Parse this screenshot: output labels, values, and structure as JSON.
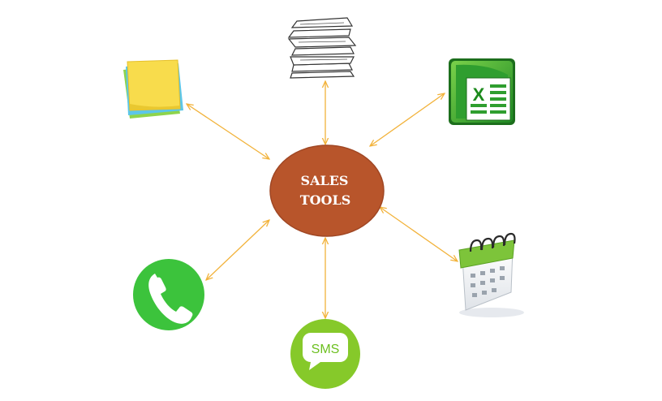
{
  "hub": {
    "line1": "SALES",
    "line2": "TOOLS"
  },
  "colors": {
    "hub_fill": "#b8552b",
    "connector": "#f2b23a",
    "phone_green": "#3cc33c",
    "sms_green": "#86c92a",
    "excel_green": "#2f9e2f",
    "note_yellow": "#f8dc4c"
  },
  "nodes": [
    {
      "icon": "sticky-notes-icon"
    },
    {
      "icon": "paper-stack-icon"
    },
    {
      "icon": "excel-icon"
    },
    {
      "icon": "calendar-icon"
    },
    {
      "icon": "sms-icon",
      "label": "SMS"
    },
    {
      "icon": "phone-icon"
    }
  ]
}
